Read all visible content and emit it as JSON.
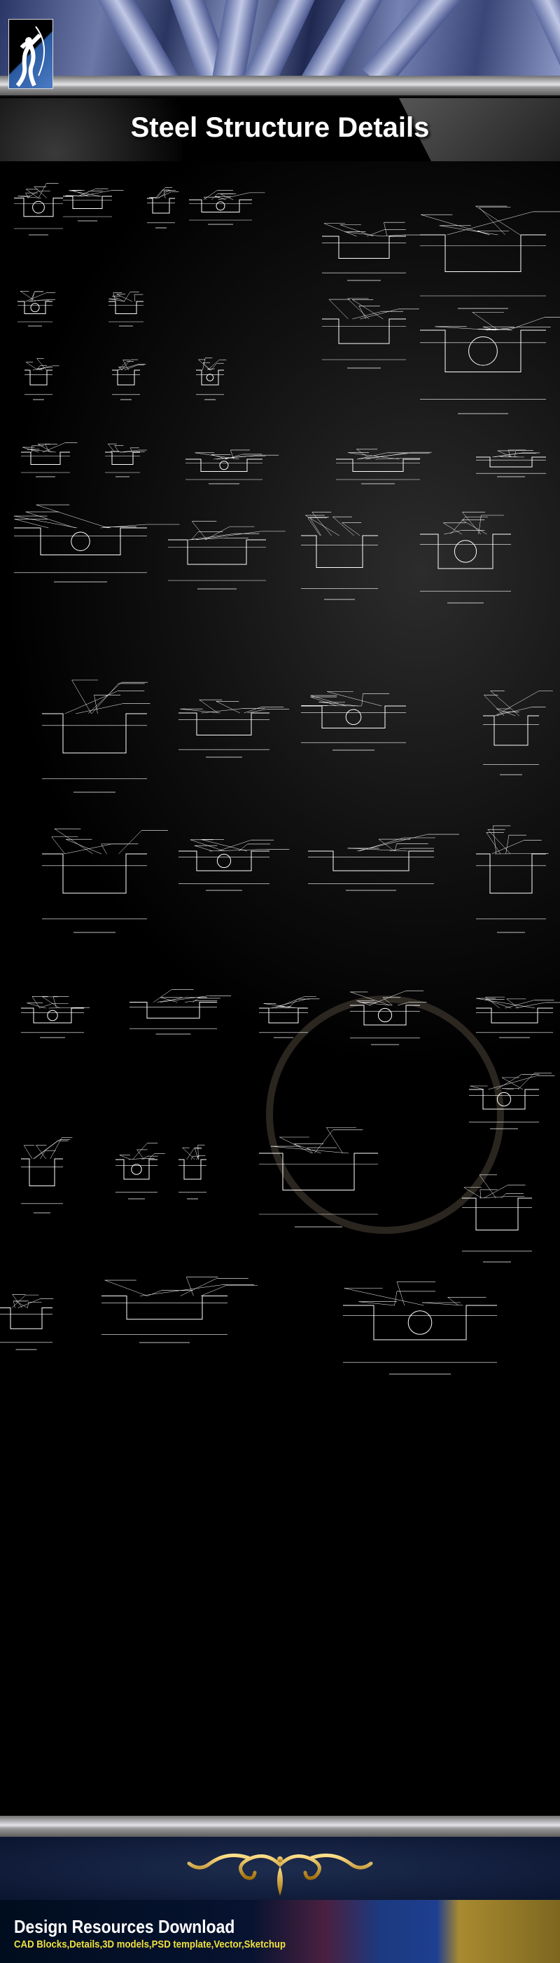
{
  "header": {
    "title": "Steel Structure Details",
    "logo": "archer-logo"
  },
  "footer": {
    "title": "Design Resources Download",
    "subtitle": "CAD Blocks,Details,3D models,PSD template,Vector,Sketchup",
    "ornament": "gold-ornament-icon"
  },
  "colors": {
    "background": "#000000",
    "drawing_lines": "#ffffff",
    "subtitle": "#f0e040",
    "navy": "#0b1530"
  }
}
